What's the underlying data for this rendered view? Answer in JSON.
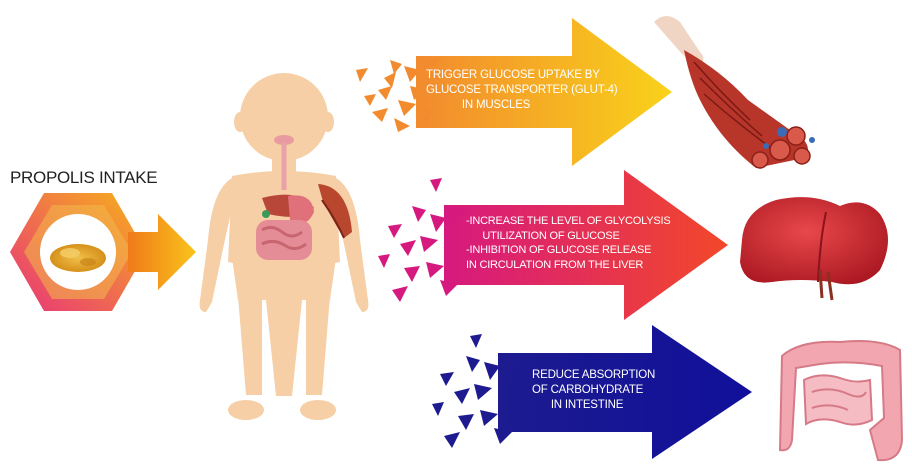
{
  "intake": {
    "title": "PROPOLIS INTAKE"
  },
  "effects": [
    {
      "target": "muscles",
      "icon": "muscle-fiber-icon",
      "lines": [
        "TRIGGER GLUCOSE UPTAKE BY",
        "GLUCOSE TRANSPORTER (GLUT-4)",
        "IN MUSCLES"
      ],
      "gradient": [
        "#f28a2e",
        "#f9d21a"
      ]
    },
    {
      "target": "liver",
      "icon": "liver-icon",
      "lines": [
        "-INCREASE THE LEVEL OF GLYCOLYSIS",
        "UTILIZATION OF GLUCOSE",
        "-INHIBITION OF GLUCOSE RELEASE",
        "IN CIRCULATION FROM THE LIVER"
      ],
      "gradient": [
        "#d6197f",
        "#f2482a"
      ]
    },
    {
      "target": "intestine",
      "icon": "intestine-icon",
      "lines": [
        "REDUCE ABSORPTION",
        "OF CARBOHYDRATE",
        "IN INTESTINE"
      ],
      "gradient": [
        "#1d1b8f",
        "#10109a"
      ]
    }
  ],
  "colors": {
    "hexagon_outer": [
      "#e8337a",
      "#f7b21b"
    ],
    "intake_arrow": [
      "#f07a1a",
      "#f9c41b"
    ],
    "skin": "#f6cfa6",
    "muscle": "#b8472e",
    "liver": "#c8232c",
    "intestine": "#f2a7b0",
    "propolis": "#e2a62a"
  }
}
